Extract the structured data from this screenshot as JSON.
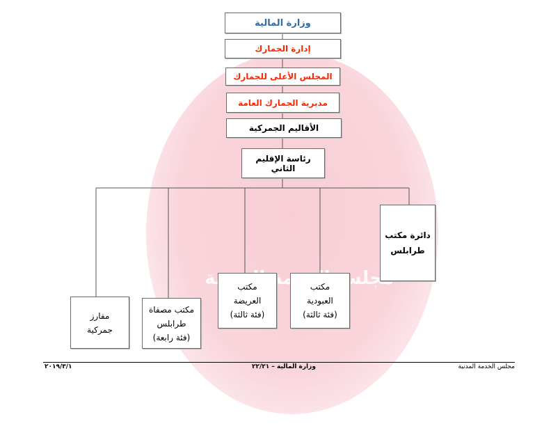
{
  "watermark": {
    "text_line1": "مجلس الخدمة المدنية"
  },
  "chart": {
    "top": [
      {
        "id": "ministry",
        "label": "وزارة المالية",
        "color": "#2e6da4"
      },
      {
        "id": "customs-admin",
        "label": "إدارة الجمارك",
        "color": "#ff2600"
      },
      {
        "id": "customs-council",
        "label": "المجلس الأعلى للجمارك",
        "color": "#ff2600"
      },
      {
        "id": "customs-directorate",
        "label": "مديرية الجمارك العامة",
        "color": "#ff2600"
      },
      {
        "id": "customs-regions",
        "label": "الأقاليم الجمركية",
        "color": "#000000"
      },
      {
        "id": "second-region",
        "label": "رئاسة الإقليم الثاني",
        "color": "#000000"
      }
    ],
    "branches": [
      {
        "id": "tripoli-office-dept",
        "lines": [
          "دائرة مكتب",
          "طرابلس"
        ]
      },
      {
        "id": "abboudieh-office",
        "lines": [
          "مكتب",
          "العبودية",
          "(فئة ثالثة)"
        ]
      },
      {
        "id": "arida-office",
        "lines": [
          "مكتب",
          "العريضة",
          "(فئة ثالثة)"
        ]
      },
      {
        "id": "tripoli-refinery-office",
        "lines": [
          "مكتب مصفاة",
          "طرابلس",
          "(فئة رابعة)"
        ]
      },
      {
        "id": "customs-posts",
        "lines": [
          "مفارز",
          "جمركية"
        ]
      }
    ]
  },
  "footer": {
    "right": "مجلس الخدمة المدنية",
    "center": "وزارة المالية – ٢٢/٢١",
    "left": "٢٠١٩/٣/١"
  }
}
